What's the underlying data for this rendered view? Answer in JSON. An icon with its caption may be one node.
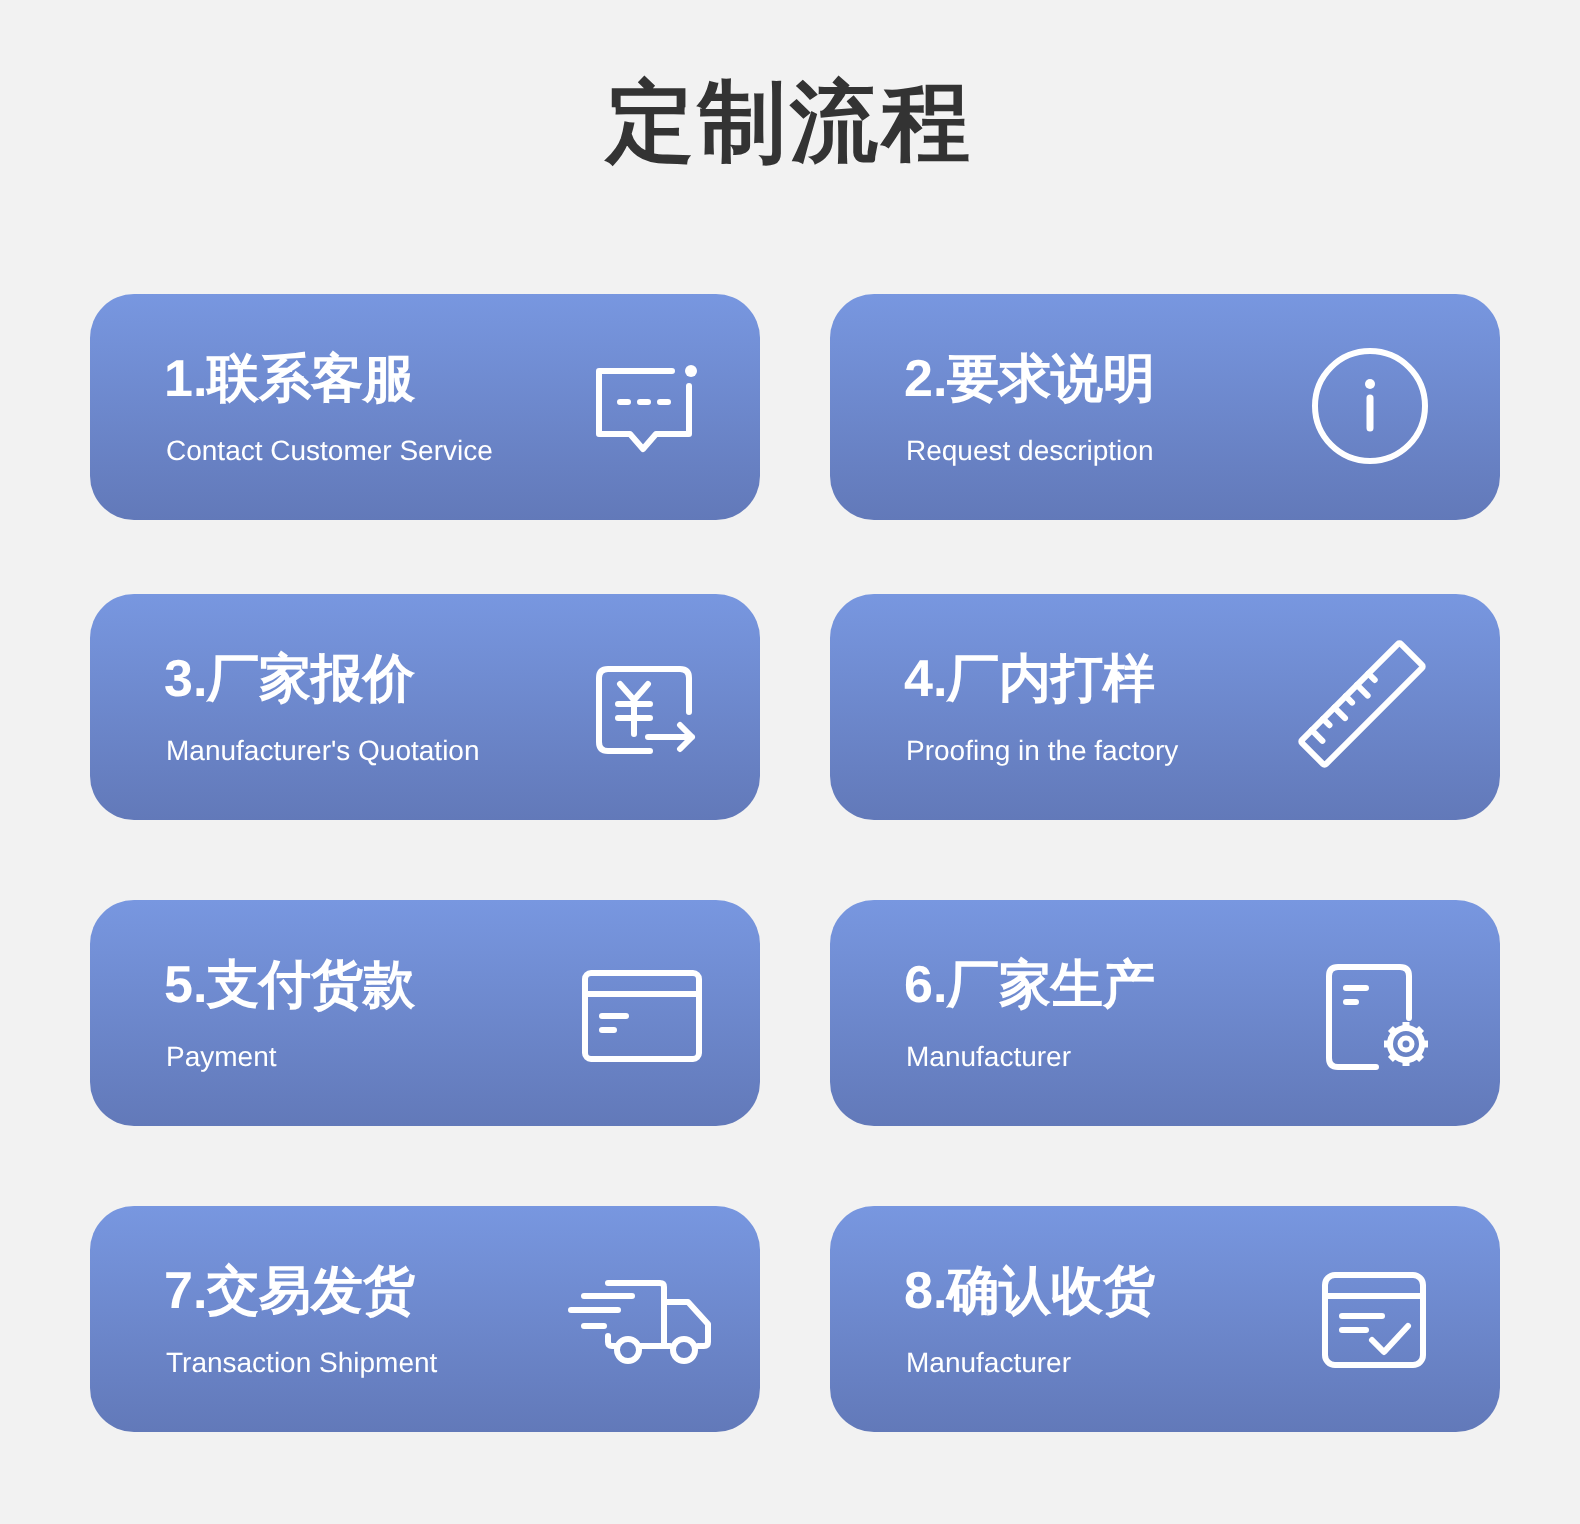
{
  "diagram": {
    "title": "定制流程",
    "nodes": [
      {
        "text": [
          "1.联系客服",
          "Contact Customer Service"
        ]
      },
      {
        "text": [
          "2.要求说明",
          "Request description"
        ]
      },
      {
        "text": [
          "3.厂家报价",
          "Manufacturer's Quotation"
        ]
      },
      {
        "text": [
          "4.厂内打样",
          "Proofing in the factory"
        ]
      },
      {
        "text": [
          "5.支付货款",
          "Payment"
        ]
      },
      {
        "text": [
          "6.厂家生产",
          "Manufacturer"
        ]
      },
      {
        "text": [
          "7.交易发货",
          "Transaction Shipment"
        ]
      },
      {
        "text": [
          "8.确认收货",
          "Manufacturer"
        ]
      }
    ]
  }
}
